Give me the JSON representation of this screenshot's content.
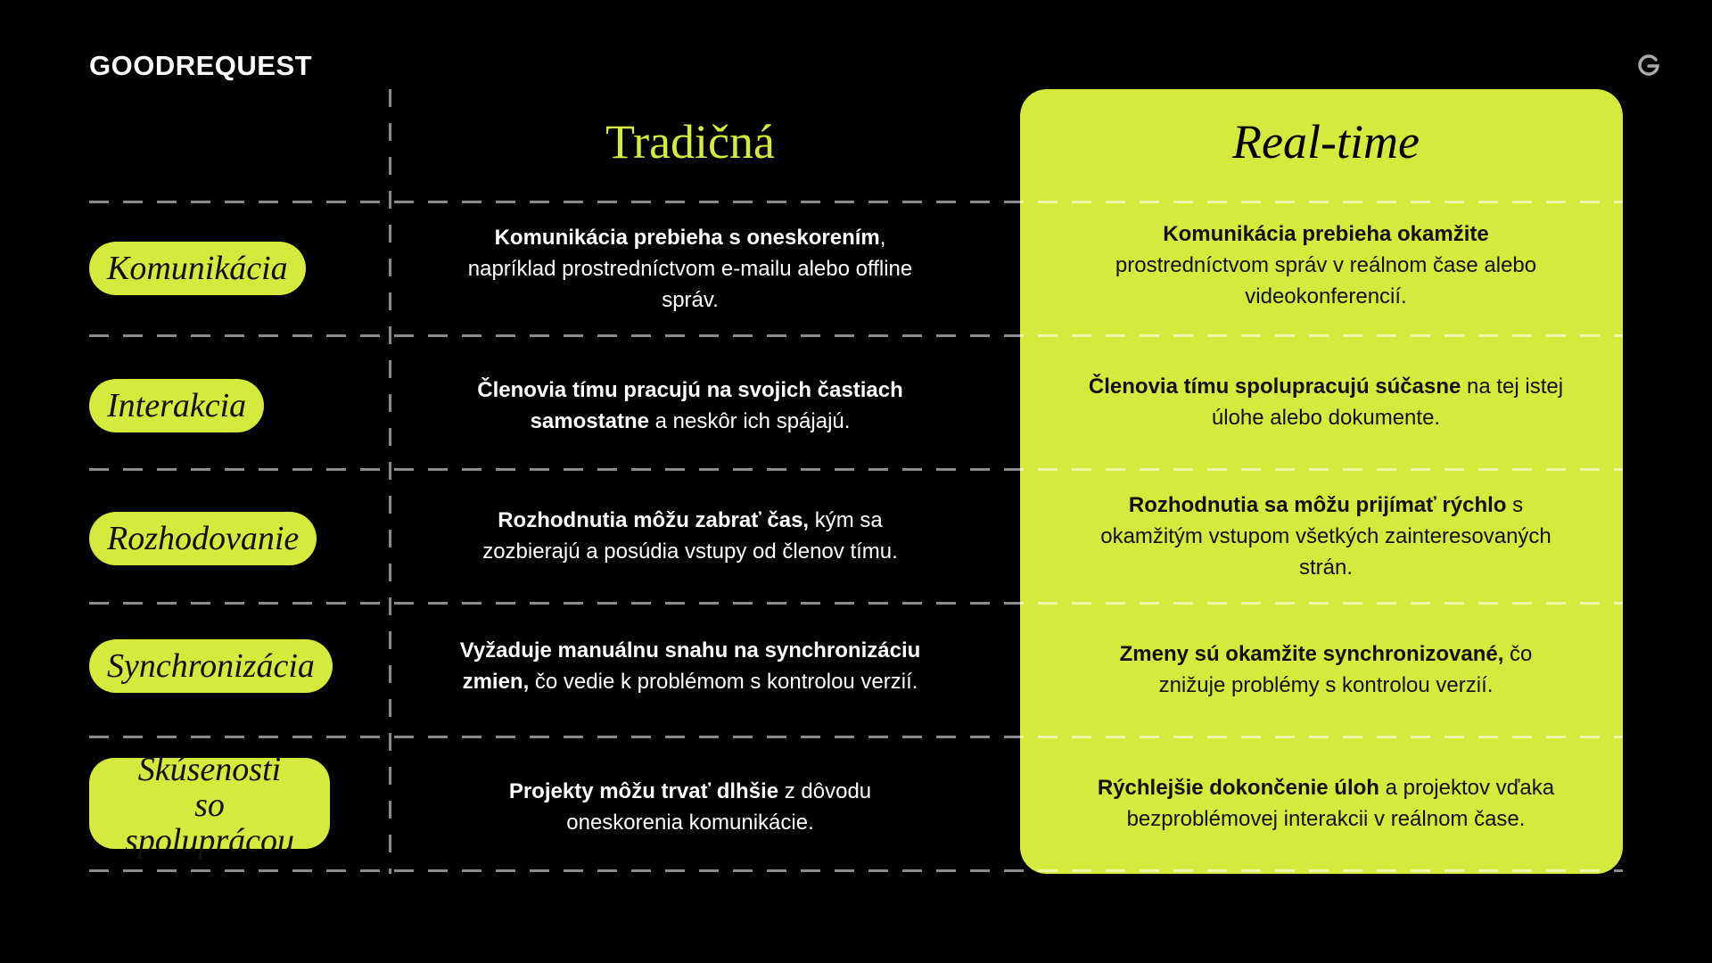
{
  "logo": "GOODREQUEST",
  "corner_icon": "g-logo-icon",
  "colors": {
    "accent": "#d4ea3c",
    "background": "#000000"
  },
  "headers": {
    "traditional": "Tradičná",
    "realtime": "Real-time"
  },
  "rows": [
    {
      "label": "Komunikácia",
      "trad_bold": "Komunikácia prebieha s oneskorením",
      "trad_rest": ", napríklad prostredníctvom e-mailu alebo offline správ.",
      "rt_bold": "Komunikácia prebieha okamžite",
      "rt_rest": " prostredníctvom správ v reálnom čase alebo videokonferencií."
    },
    {
      "label": "Interakcia",
      "trad_bold": "Členovia tímu pracujú na svojich častiach samostatne",
      "trad_rest": " a neskôr ich spájajú.",
      "rt_bold": "Členovia tímu spolupracujú súčasne",
      "rt_rest": " na tej istej úlohe alebo dokumente."
    },
    {
      "label": "Rozhodovanie",
      "trad_bold": "Rozhodnutia môžu zabrať čas,",
      "trad_rest": " kým sa zozbierajú a posúdia vstupy od členov tímu.",
      "rt_bold": "Rozhodnutia sa môžu prijímať rýchlo",
      "rt_rest": " s okamžitým vstupom všetkých zainteresovaných strán."
    },
    {
      "label": "Synchronizácia",
      "trad_bold": "Vyžaduje manuálnu snahu na synchronizáciu zmien,",
      "trad_rest": " čo vedie k problémom s kontrolou verzií.",
      "rt_bold": "Zmeny sú okamžite synchronizované,",
      "rt_rest": " čo znižuje problémy s kontrolou verzií."
    },
    {
      "label_line1": "Skúsenosti",
      "label_line2": "so spoluprácou",
      "trad_bold": "Projekty môžu trvať dlhšie",
      "trad_rest": " z dôvodu oneskorenia komunikácie.",
      "rt_bold": "Rýchlejšie dokončenie úloh",
      "rt_rest": " a projektov vďaka bezproblémovej interakcii v reálnom čase."
    }
  ]
}
